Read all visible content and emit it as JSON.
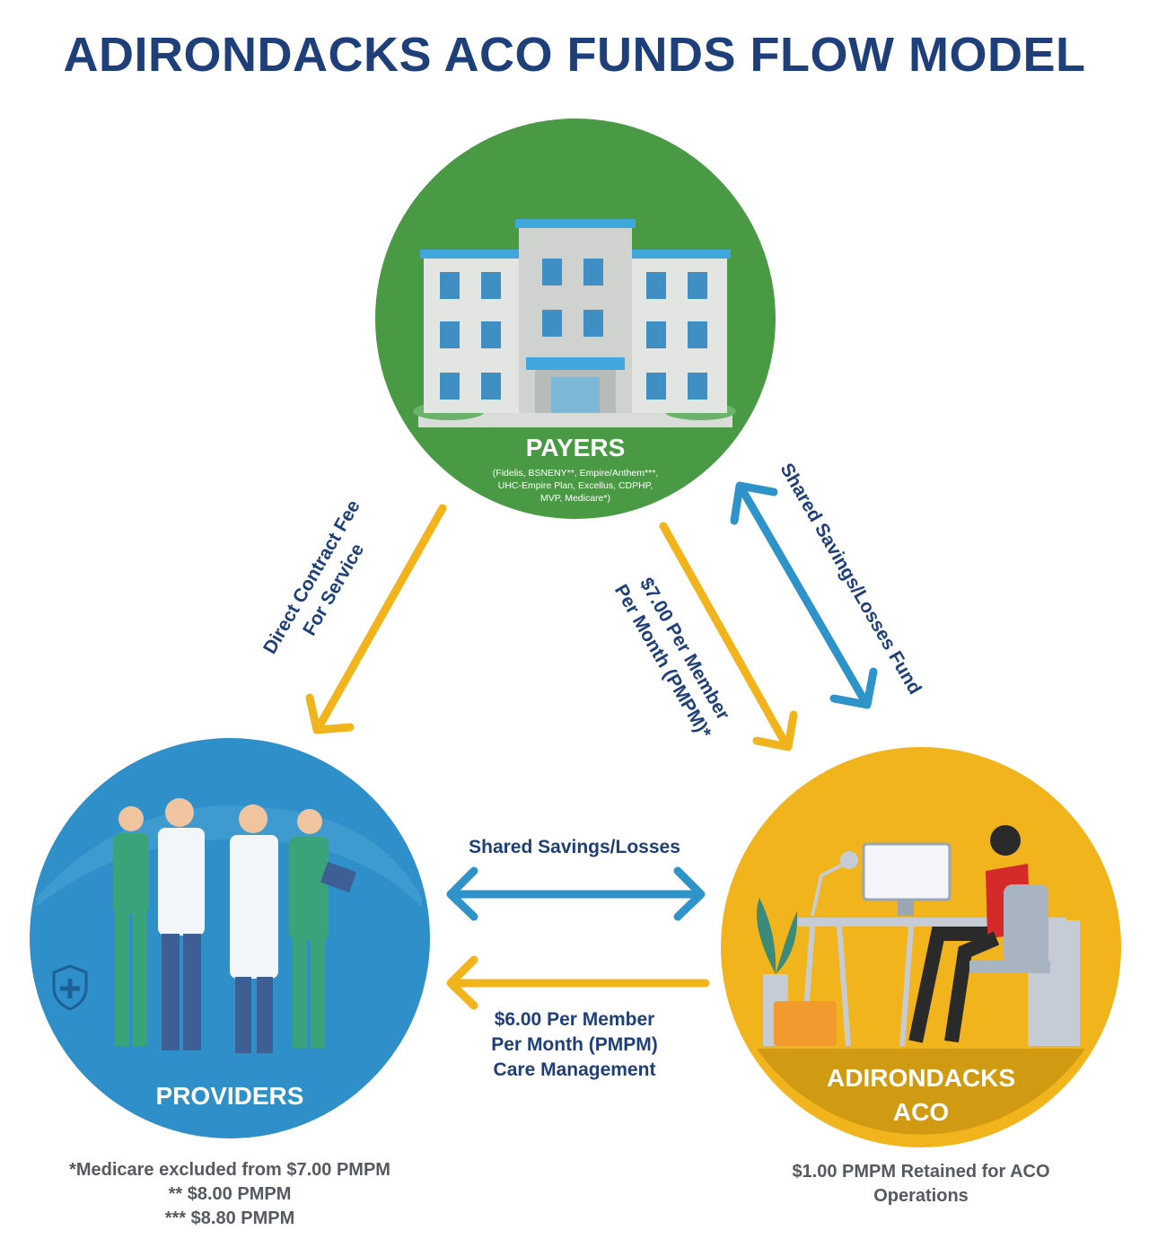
{
  "title": "ADIRONDACKS ACO FUNDS FLOW MODEL",
  "nodes": {
    "payers": {
      "label": "PAYERS",
      "sublabel_lines": [
        "(Fidelis, BSNENY**, Empire/Anthem***,",
        "UHC-Empire Plan, Excellus, CDPHP,",
        "MVP, Medicare*)"
      ],
      "color": "#4a9a45"
    },
    "providers": {
      "label": "PROVIDERS",
      "color": "#2f8fc8"
    },
    "aco": {
      "label_lines": [
        "ADIRONDACKS",
        "ACO"
      ],
      "color": "#f2b41d"
    }
  },
  "flows": {
    "payers_to_providers": [
      "Direct Contract Fee",
      "For Service"
    ],
    "payers_to_aco": [
      "$7.00 Per Member",
      "Per Month (PMPM)*"
    ],
    "payers_aco_shared": "Shared Savings/Losses Fund",
    "providers_aco_shared": "Shared Savings/Losses",
    "aco_to_providers": [
      "$6.00 Per Member",
      "Per Month (PMPM)",
      "Care Management"
    ]
  },
  "footnotes": {
    "providers": [
      "*Medicare excluded from $7.00 PMPM",
      "** $8.00 PMPM",
      "*** $8.80 PMPM"
    ],
    "aco": [
      "$1.00 PMPM Retained for ACO",
      "Operations"
    ]
  },
  "colors": {
    "title": "#1e3f7a",
    "yellow_arrow": "#f2b41d",
    "blue_arrow": "#2e93c9",
    "text": "#1e3f7a",
    "note": "#555a60"
  }
}
